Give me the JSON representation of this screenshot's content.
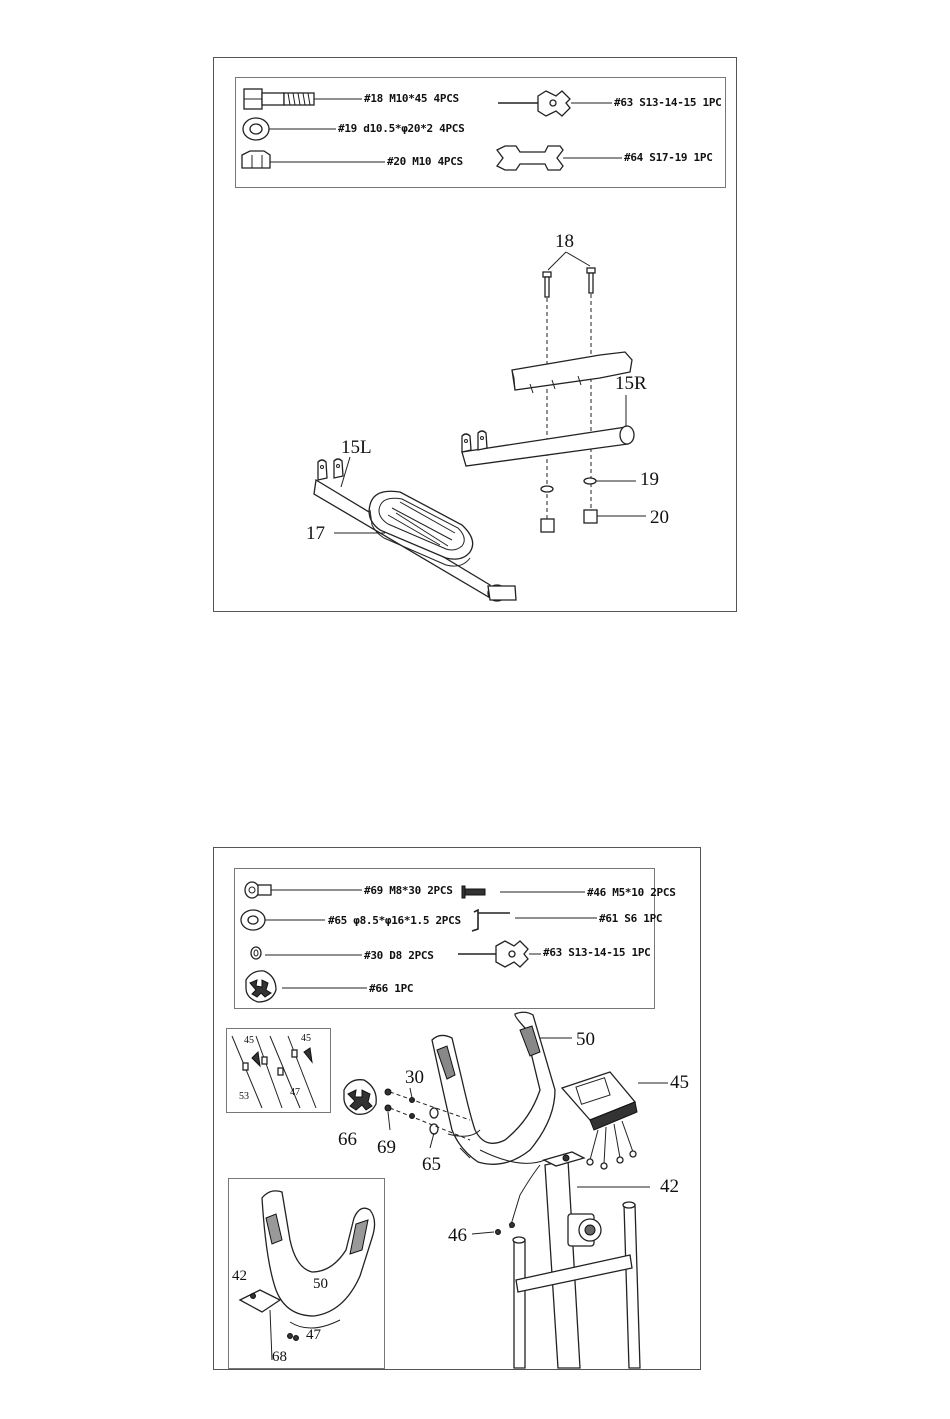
{
  "step1": {
    "hardware": [
      {
        "id": "h18",
        "text": "#18 M10*45 4PCS",
        "icon": "bolt-icon"
      },
      {
        "id": "h19",
        "text": "#19 d10.5*φ20*2 4PCS",
        "icon": "washer-icon"
      },
      {
        "id": "h20",
        "text": "#20 M10 4PCS",
        "icon": "nut-icon"
      },
      {
        "id": "h63",
        "text": "#63 S13-14-15 1PC",
        "icon": "multi-wrench-icon"
      },
      {
        "id": "h64",
        "text": "#64 S17-19 1PC",
        "icon": "open-wrench-icon"
      }
    ],
    "callouts": {
      "c18": "18",
      "c15r": "15R",
      "c15l": "15L",
      "c19": "19",
      "c17": "17",
      "c20": "20"
    }
  },
  "step2": {
    "hardware": [
      {
        "id": "h69",
        "text": "#69 M8*30 2PCS",
        "icon": "hex-bolt-icon"
      },
      {
        "id": "h46",
        "text": "#46 M5*10 2PCS",
        "icon": "screw-icon"
      },
      {
        "id": "h65",
        "text": "#65 φ8.5*φ16*1.5 2PCS",
        "icon": "washer-icon"
      },
      {
        "id": "h61",
        "text": "#61 S6 1PC",
        "icon": "allen-key-icon"
      },
      {
        "id": "h30",
        "text": "#30 D8 2PCS",
        "icon": "spring-washer-icon"
      },
      {
        "id": "h63",
        "text": "#63 S13-14-15 1PC",
        "icon": "multi-wrench-icon"
      },
      {
        "id": "h66",
        "text": "#66 1PC",
        "icon": "cover-icon"
      }
    ],
    "callouts": {
      "c50": "50",
      "c45": "45",
      "c30": "30",
      "c66": "66",
      "c69": "69",
      "c65": "65",
      "c42": "42",
      "c46": "46",
      "inset_a": {
        "a45l": "45",
        "a45r": "45",
        "a53": "53",
        "a47": "47"
      },
      "inset_b": {
        "b42": "42",
        "b50": "50",
        "b47": "47",
        "b68": "68"
      }
    }
  }
}
